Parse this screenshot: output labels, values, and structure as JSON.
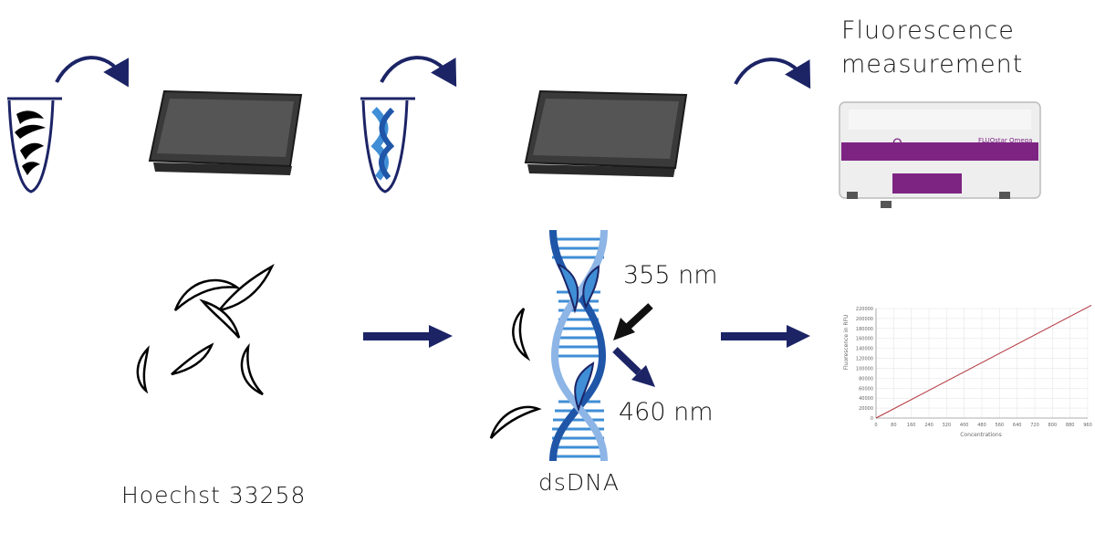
{
  "labels": {
    "fluorescence_line1": "Fluorescence",
    "fluorescence_line2": "measurement",
    "hoechst": "Hoechst 33258",
    "dsdna": "dsDNA",
    "excitation": "355 nm",
    "emission": "460 nm",
    "reader_brand": "Ω",
    "reader_model": "FLUOstar Omega"
  },
  "colors": {
    "arrow": "#1c2466",
    "tube": "#1c2466",
    "dna_light": "#3f8ed6",
    "dna_dark": "#1f56a8",
    "reader_accent": "#7d2483",
    "curve": "#b3343c"
  },
  "chart_data": {
    "type": "line",
    "ylabel": "Fluorescence in RFU",
    "xlabel": "Concentrations",
    "y_ticks": [
      "0",
      "20000",
      "40000",
      "60000",
      "80000",
      "100000",
      "120000",
      "140000",
      "160000",
      "180000",
      "200000",
      "220000"
    ],
    "x_ticks": [
      "0",
      "80",
      "160",
      "240",
      "320",
      "400",
      "480",
      "560",
      "640",
      "720",
      "800",
      "880",
      "960"
    ],
    "xlim": [
      0,
      960
    ],
    "ylim": [
      0,
      220000
    ],
    "series": [
      {
        "x": [
          0,
          1000
        ],
        "y": [
          0,
          232000
        ]
      }
    ]
  }
}
